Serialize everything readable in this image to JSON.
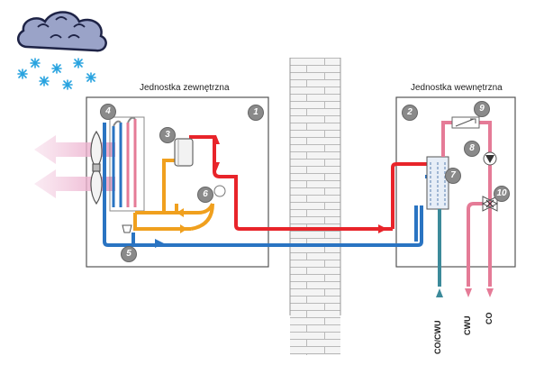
{
  "outdoor_unit": {
    "title": "Jednostka zewnętrzna"
  },
  "indoor_unit": {
    "title": "Jednostka wewnętrzna"
  },
  "components": [
    "1",
    "2",
    "3",
    "4",
    "5",
    "6",
    "7",
    "8",
    "9",
    "10"
  ],
  "outputs": [
    "CO/CWU",
    "CWU",
    "CO"
  ],
  "colors": {
    "hot": "#e8242a",
    "cold": "#2a74c2",
    "warm": "#f0a01e",
    "pink": "#e57b97",
    "teal": "#3c8a9a",
    "wall": "#c8c8c8"
  },
  "icons": [
    "snow-cloud-icon",
    "fan-icon",
    "air-arrow-icon",
    "compressor-icon",
    "expansion-valve-icon",
    "four-way-valve-icon",
    "heat-exchanger-icon",
    "pump-icon",
    "heater-icon",
    "three-way-valve-icon"
  ]
}
